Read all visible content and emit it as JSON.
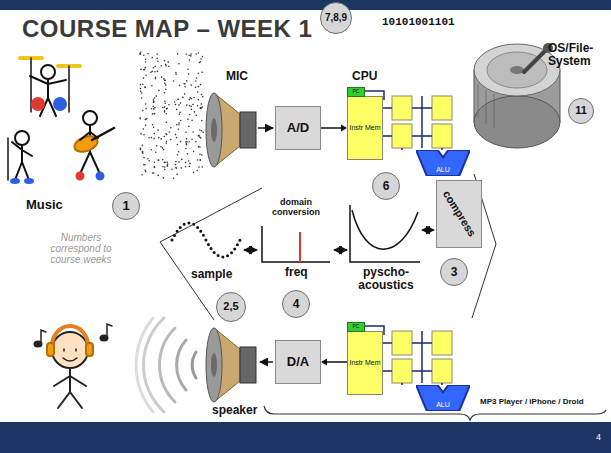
{
  "diagram": {
    "title": "COURSE MAP – WEEK 1",
    "nodes": [
      {
        "text": [
          "A/D"
        ]
      },
      {
        "text": [
          "Instr Mem"
        ]
      },
      {
        "text": [
          "PC"
        ]
      },
      {
        "text": [
          "ALU"
        ]
      },
      {
        "text": [
          "compress"
        ]
      },
      {
        "text": [
          "D/A"
        ]
      },
      {
        "text": [
          "Instr Mem"
        ]
      },
      {
        "text": [
          "PC"
        ]
      },
      {
        "text": [
          "ALU"
        ]
      },
      {
        "text": [
          "7,8,9"
        ]
      },
      {
        "text": [
          "11"
        ]
      },
      {
        "text": [
          "1"
        ]
      },
      {
        "text": [
          "2,5"
        ]
      },
      {
        "text": [
          "4"
        ]
      },
      {
        "text": [
          "6"
        ]
      },
      {
        "text": [
          "3"
        ]
      }
    ],
    "edges": [
      {
        "from": 0,
        "to": 1,
        "arrow": "to"
      },
      {
        "from": 6,
        "to": 5,
        "arrow": "to"
      }
    ],
    "labels": [
      "10101001101",
      "MIC",
      "CPU",
      "OS/File-System",
      "Music",
      "Numbers correspond to course weeks",
      "domain conversion",
      "sample",
      "freq",
      "pyscho-acoustics",
      "speaker",
      "MP3 Player / iPhone / Droid",
      "4"
    ]
  }
}
